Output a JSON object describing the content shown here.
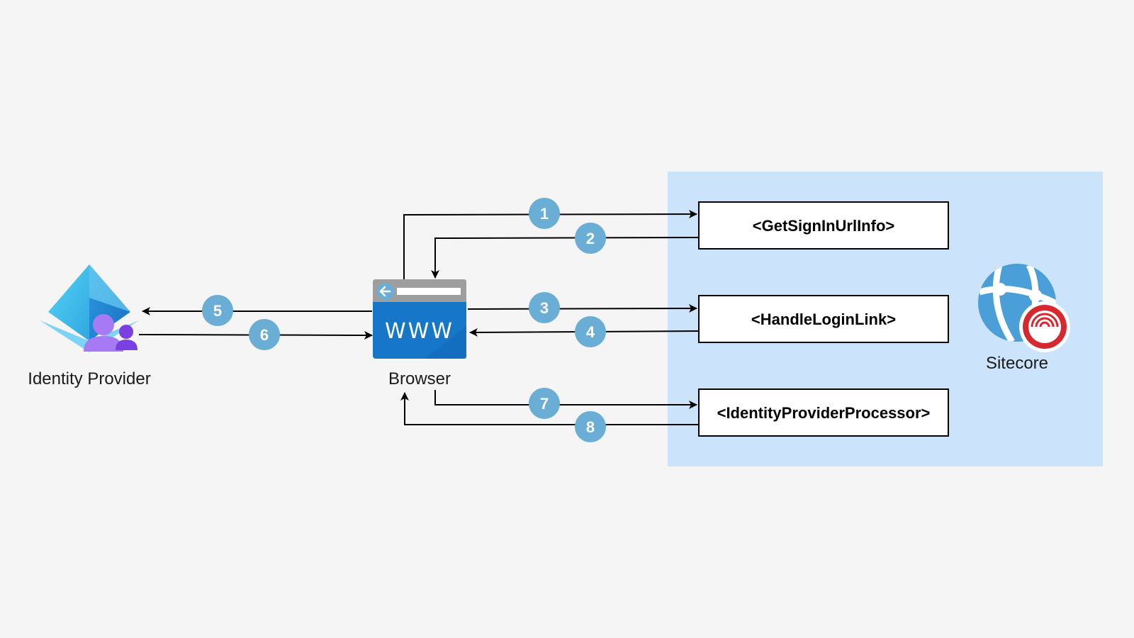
{
  "nodes": {
    "identity_provider": {
      "label": "Identity Provider"
    },
    "browser": {
      "label": "Browser",
      "icon_text": "WWW"
    },
    "sitecore": {
      "label": "Sitecore"
    }
  },
  "processors": [
    {
      "label": "<GetSignInUrlInfo>"
    },
    {
      "label": "<HandleLoginLink>"
    },
    {
      "label": "<IdentityProviderProcessor>"
    }
  ],
  "steps": [
    "1",
    "2",
    "3",
    "4",
    "5",
    "6",
    "7",
    "8"
  ],
  "colors": {
    "background": "#f5f5f5",
    "sitecore_panel": "#cce4fb",
    "badge": "#6aaed6",
    "browser_blue": "#1677c8",
    "browser_bar": "#9e9e9e",
    "arrow": "#000000",
    "sitecore_ring": "#d7282f"
  },
  "icons": {
    "identity_provider": "azure-ad-icon",
    "browser": "browser-www-icon",
    "sitecore": "sitecore-globe-icon"
  }
}
